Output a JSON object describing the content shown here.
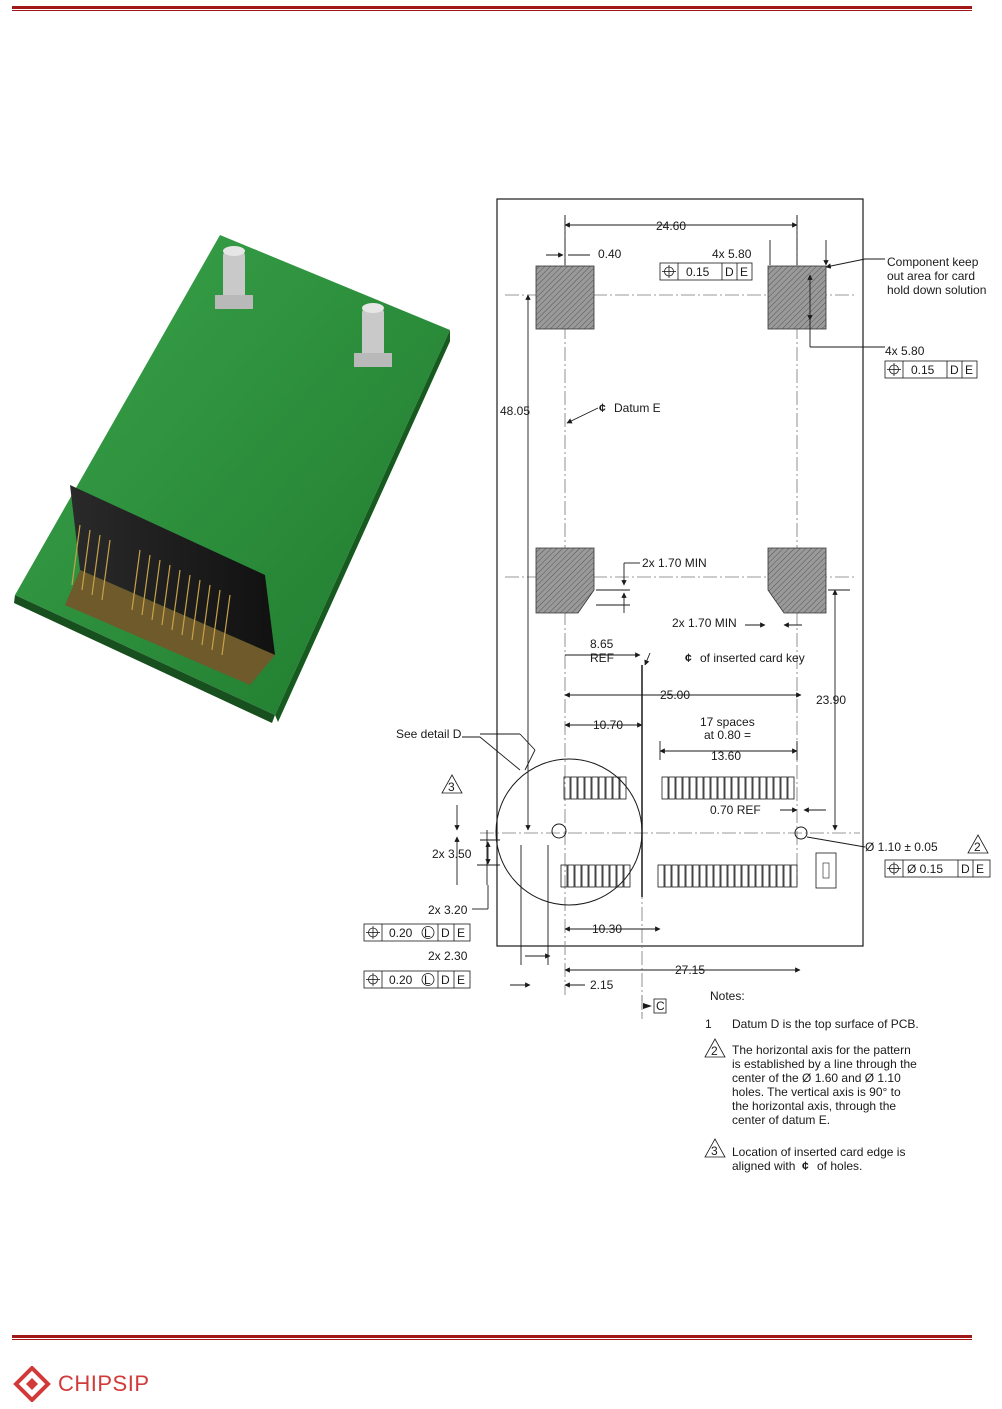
{
  "drawing": {
    "dims": {
      "d_24_60": "24.60",
      "d_0_40": "0.40",
      "d_4x580_top": "4x 5.80",
      "d_4x580_right": "4x 5.80",
      "keepout_1": "Component keep",
      "keepout_2": "out area for card",
      "keepout_3": "hold down solution",
      "d_48_05": "48.05",
      "datum_e": "Datum E",
      "d_2x170_a": "2x 1.70 MIN",
      "d_2x170_b": "2x 1.70 MIN",
      "d_8_65": "8.65",
      "ref": "REF",
      "card_key": "of inserted card key",
      "d_25_00": "25.00",
      "d_23_90": "23.90",
      "d_10_70": "10.70",
      "spaces_1": "17 spaces",
      "spaces_2": "at 0.80 =",
      "d_13_60": "13.60",
      "d_0_70": "0.70 REF",
      "hole_dia": "Ø 1.10 ± 0.05",
      "see_detail": "See detail D",
      "d_2x350": "2x 3.50",
      "d_2x320": "2x 3.20",
      "d_10_30": "10.30",
      "d_2x230": "2x 2.30",
      "d_27_15": "27.15",
      "d_2_15": "2.15",
      "datum_c": "C"
    },
    "tolerance_frames": {
      "tf_top": [
        "0.15",
        "D",
        "E"
      ],
      "tf_right": [
        "0.15",
        "D",
        "E"
      ],
      "tf_hole": [
        "Ø 0.15",
        "D",
        "E"
      ],
      "tf_left1": [
        "0.20",
        "D",
        "E"
      ],
      "tf_left2": [
        "0.20",
        "D",
        "E"
      ]
    },
    "notes": {
      "title": "Notes:",
      "n1_num": "1",
      "n1": "Datum D is the top surface of PCB.",
      "n2_1": "The horizontal axis for the pattern",
      "n2_2": "is established by a line through the",
      "n2_3": "center of the Ø 1.60 and Ø 1.10",
      "n2_4": "holes. The vertical axis is 90° to",
      "n2_5": "the horizontal axis, through the",
      "n2_6": "center of datum E.",
      "n3_1": "Location of inserted card edge is",
      "n3_2": "aligned with",
      "n3_3": "of holes."
    },
    "flags": {
      "f2": "2",
      "f3": "3",
      "f2b": "2",
      "f3b": "3"
    }
  },
  "footer": {
    "logo_text": "CHIPSIP"
  },
  "colors": {
    "rule": "#a01818",
    "logo": "#d23a3a",
    "pcb": "#2e8b2e"
  }
}
